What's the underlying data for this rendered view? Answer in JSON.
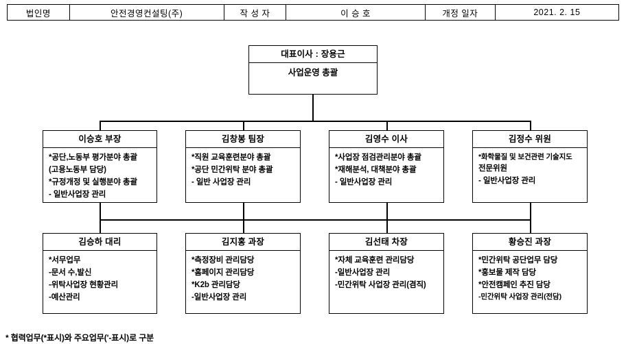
{
  "header": {
    "cells": [
      {
        "label": "법인명",
        "value": "안전경영컨설팅(주)"
      },
      {
        "label": "작 성 자",
        "value": "이 승 호"
      },
      {
        "label": "개정 일자",
        "value": "2021. 2. 15"
      }
    ]
  },
  "chart_data": {
    "type": "org-chart",
    "title": "조직도",
    "nodes": [
      {
        "id": "ceo",
        "title": "대표이사 : 장용근",
        "subtitle": "사업운영 총괄",
        "level": 0
      },
      {
        "id": "mgr1",
        "title": "이승호 부장",
        "level": 1,
        "lines": [
          "*공단,노동부 평가분야 총괄",
          " (고용노동부 담당)",
          "*규정개정 및 실행분야 총괄",
          " - 일반사업장 관리"
        ]
      },
      {
        "id": "mgr2",
        "title": "김창봉 팀장",
        "level": 1,
        "lines": [
          "*직원 교육훈련분야 총괄",
          "*공단 민간위탁 분야 총괄",
          " - 일반 사업장 관리"
        ]
      },
      {
        "id": "mgr3",
        "title": "김영수 이사",
        "level": 1,
        "lines": [
          "*사업장 점검관리분야 총괄",
          "*재해분석, 대책분야 총괄",
          " - 일반사업장 관리"
        ]
      },
      {
        "id": "mgr4",
        "title": "김정수 위원",
        "level": 1,
        "lines": [
          "*화학물질 및 보건관련 기술지도",
          "  전문위원",
          " - 일반사업장 관리"
        ]
      },
      {
        "id": "stf1",
        "title": "김승하 대리",
        "level": 2,
        "lines": [
          "*서무업무",
          "-문서 수,발신",
          "-위탁사업장 현황관리",
          "-예산관리"
        ]
      },
      {
        "id": "stf2",
        "title": "김지홍 과장",
        "level": 2,
        "lines": [
          "*측정장비 관리담당",
          "*홈페이지 관리담당",
          "*K2b 관리담당",
          "-일반사업장 관리"
        ]
      },
      {
        "id": "stf3",
        "title": "김선태 차장",
        "level": 2,
        "lines": [
          "*자체 교육훈련 관리담당",
          "-일반사업장 관리",
          "-민간위탁 사업장 관리(겸직)"
        ]
      },
      {
        "id": "stf4",
        "title": "황승진 과장",
        "level": 2,
        "lines": [
          "*민간위탁 공단업무 담당",
          "*홍보물 제작 담당",
          "*안전캠페인 추진 담당",
          "-민간위탁 사업장 관리(전담)"
        ]
      }
    ]
  },
  "footnote": "* 협력업무(*표시)와 주요업무('-표시)로 구분"
}
